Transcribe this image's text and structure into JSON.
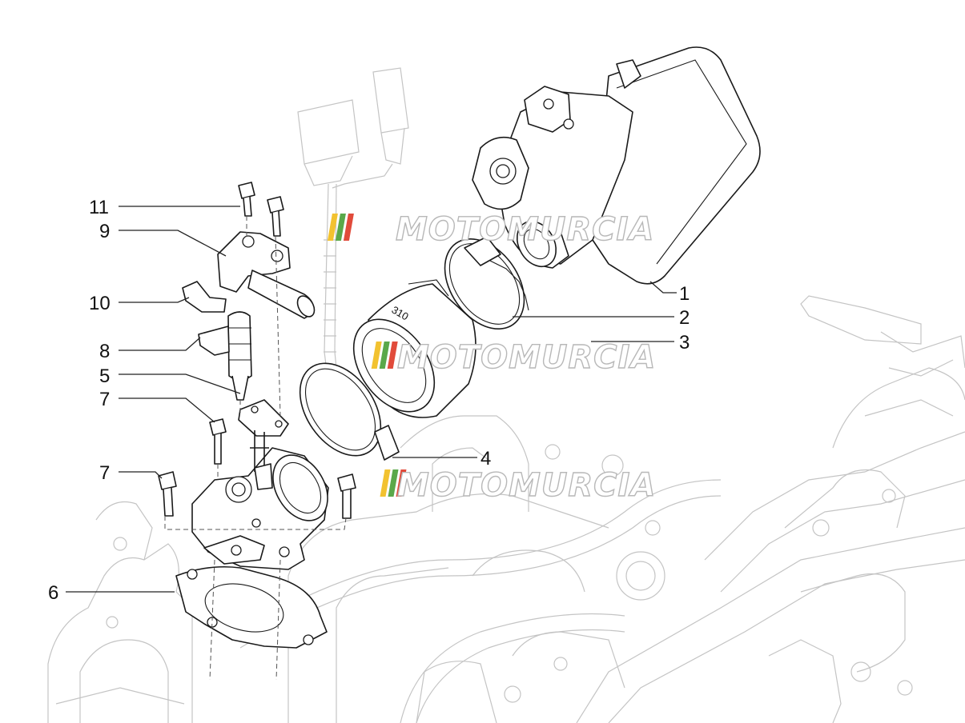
{
  "callouts": [
    "1",
    "2",
    "3",
    "4",
    "5",
    "6",
    "7",
    "7",
    "8",
    "9",
    "10",
    "11"
  ],
  "watermark": {
    "text": "MOTOMURCIA",
    "stripe_colors": [
      "#f2c230",
      "#5aa84a",
      "#e14b3b"
    ]
  },
  "colors": {
    "line": "#1a1a1a",
    "ghost": "#c4c4c4",
    "background": "#ffffff"
  }
}
